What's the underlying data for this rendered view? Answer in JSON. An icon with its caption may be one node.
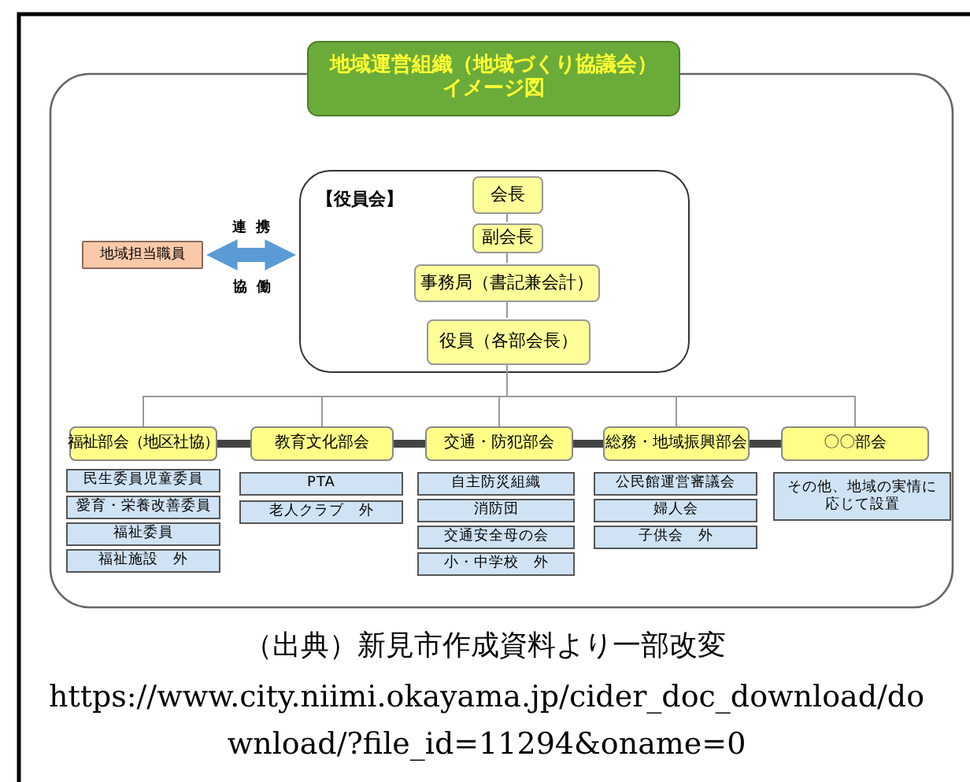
{
  "diagram": {
    "title": "地域運営組織（地域づくり協議会）イメージ図",
    "caption": "（出典）新見市作成資料より一部改変",
    "nodes": [
      {
        "text": [
          "地域担当職員"
        ]
      },
      {
        "text": [
          "【役員会】"
        ]
      },
      {
        "text": [
          "会長"
        ],
        "in": 1
      },
      {
        "text": [
          "副会長"
        ],
        "in": 1
      },
      {
        "text": [
          "事務局（書記兼会計）"
        ],
        "in": 1
      },
      {
        "text": [
          "役員（各部会長）"
        ],
        "in": 1
      },
      {
        "text": [
          "福祉部会（地区社協）"
        ]
      },
      {
        "text": [
          "民生委員児童委員"
        ]
      },
      {
        "text": [
          "愛育・栄養改善委員"
        ]
      },
      {
        "text": [
          "福祉委員"
        ]
      },
      {
        "text": [
          "福祉施設　外"
        ]
      },
      {
        "text": [
          "教育文化部会"
        ]
      },
      {
        "text": [
          "PTA"
        ]
      },
      {
        "text": [
          "老人クラブ　外"
        ]
      },
      {
        "text": [
          "交通・防犯部会"
        ]
      },
      {
        "text": [
          "自主防災組織"
        ]
      },
      {
        "text": [
          "消防団"
        ]
      },
      {
        "text": [
          "交通安全母の会"
        ]
      },
      {
        "text": [
          "小・中学校　外"
        ]
      },
      {
        "text": [
          "総務・地域振興部会"
        ]
      },
      {
        "text": [
          "公民館運営審議会"
        ]
      },
      {
        "text": [
          "婦人会"
        ]
      },
      {
        "text": [
          "子供会　外"
        ]
      },
      {
        "text": [
          "〇〇部会"
        ]
      },
      {
        "text": [
          "その他、地域の実情に応じて設置"
        ]
      }
    ],
    "edges": [
      {
        "from": 0,
        "to": 1,
        "arrow": "both",
        "label": "連携",
        "style": "thick",
        "color": "#5b9bd5"
      },
      {
        "from": 2,
        "to": 3,
        "arrow": "none"
      },
      {
        "from": 3,
        "to": 4,
        "arrow": "none"
      },
      {
        "from": 4,
        "to": 5,
        "arrow": "none"
      },
      {
        "from": 5,
        "to": 6,
        "arrow": "none"
      },
      {
        "from": 5,
        "to": 11,
        "arrow": "none"
      },
      {
        "from": 5,
        "to": 14,
        "arrow": "none"
      },
      {
        "from": 5,
        "to": 19,
        "arrow": "none"
      },
      {
        "from": 5,
        "to": 23,
        "arrow": "none"
      },
      {
        "from": 6,
        "to": 11,
        "arrow": "none",
        "style": "thick"
      },
      {
        "from": 11,
        "to": 14,
        "arrow": "none",
        "style": "thick"
      },
      {
        "from": 14,
        "to": 19,
        "arrow": "none",
        "style": "thick"
      },
      {
        "from": 19,
        "to": 23,
        "arrow": "none",
        "style": "thick"
      }
    ],
    "labels": [
      "協働",
      "https://www.city.niimi.okayama.jp/cider_doc_download/download/?file_id=11294&oname=0"
    ]
  }
}
